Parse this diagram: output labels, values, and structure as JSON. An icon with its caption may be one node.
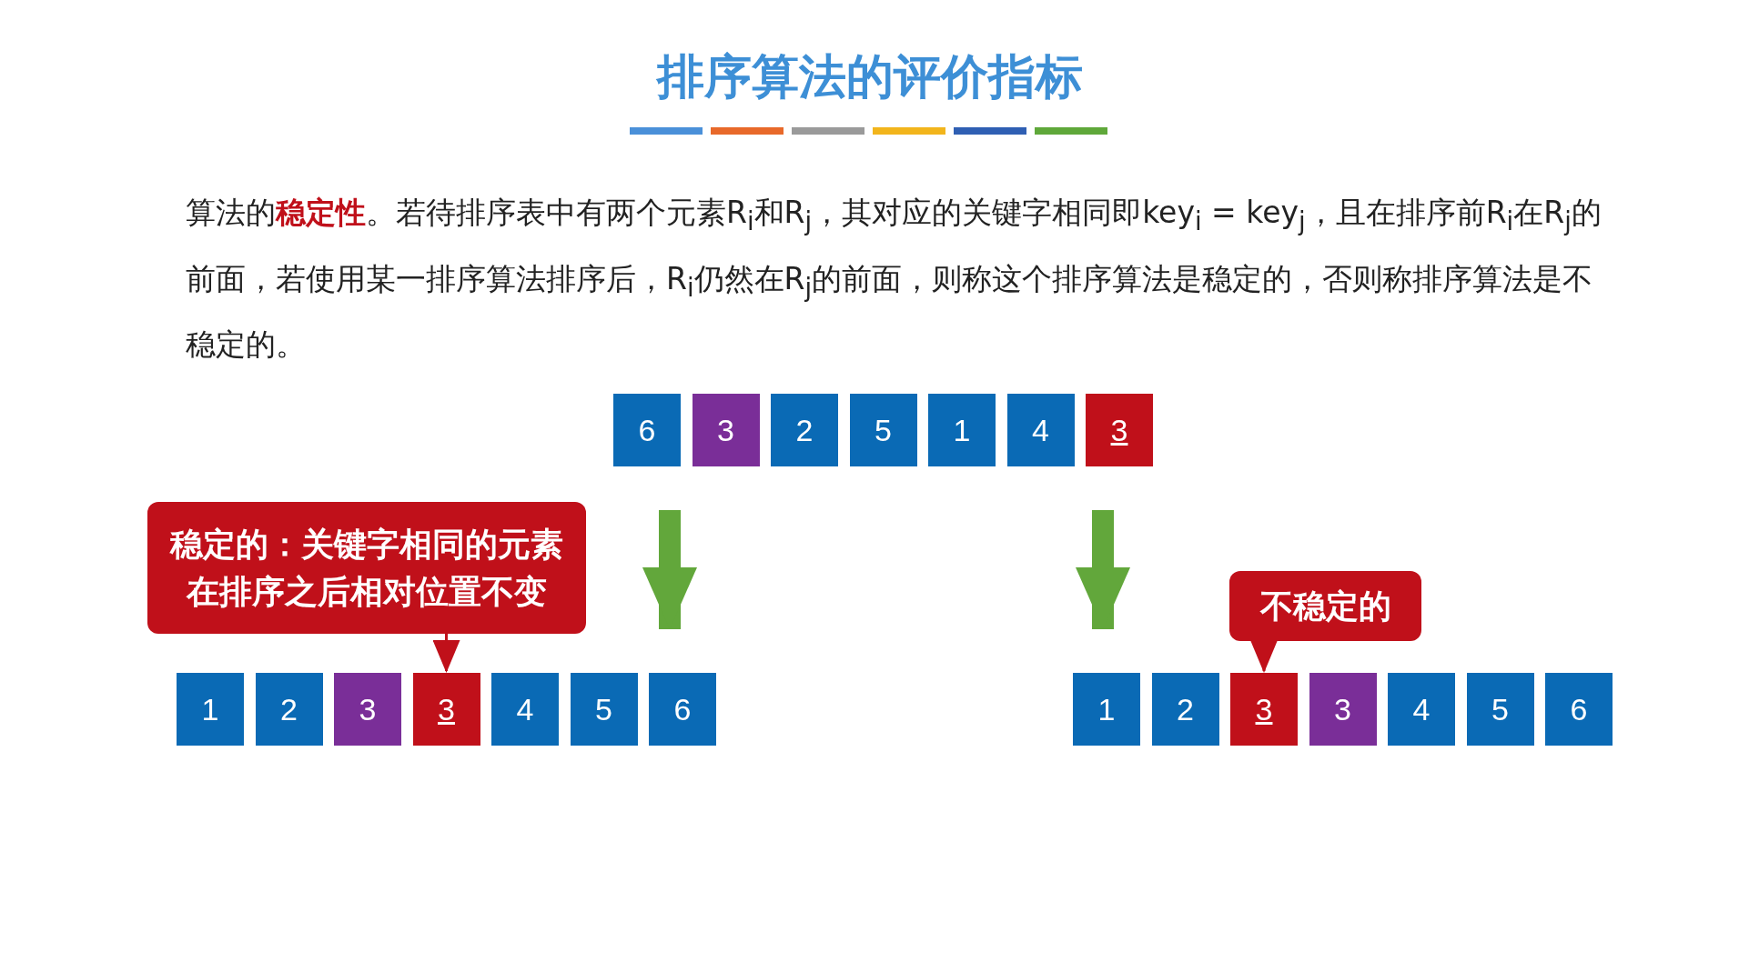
{
  "diagram": {
    "title": "排序算法的评价指标",
    "nodes": [
      {
        "text": [
          "6"
        ]
      },
      {
        "text": [
          "3"
        ]
      },
      {
        "text": [
          "2"
        ]
      },
      {
        "text": [
          "5"
        ]
      },
      {
        "text": [
          "1"
        ]
      },
      {
        "text": [
          "4"
        ]
      },
      {
        "text": [
          "3"
        ]
      },
      {
        "text": [
          "稳定的：关键字相同的元素在排序之后相对位置不变"
        ]
      },
      {
        "text": [
          "不稳定的"
        ]
      },
      {
        "text": [
          "1"
        ]
      },
      {
        "text": [
          "2"
        ]
      },
      {
        "text": [
          "3"
        ]
      },
      {
        "text": [
          "3"
        ]
      },
      {
        "text": [
          "4"
        ]
      },
      {
        "text": [
          "5"
        ]
      },
      {
        "text": [
          "6"
        ]
      },
      {
        "text": [
          "1"
        ]
      },
      {
        "text": [
          "2"
        ]
      },
      {
        "text": [
          "3"
        ]
      },
      {
        "text": [
          "3"
        ]
      },
      {
        "text": [
          "4"
        ]
      },
      {
        "text": [
          "5"
        ]
      },
      {
        "text": [
          "6"
        ]
      }
    ],
    "edges": [
      {
        "from": null,
        "to": 15,
        "arrow": "to",
        "style": "thick",
        "color": "#62a73b"
      },
      {
        "from": null,
        "to": 16,
        "arrow": "to",
        "style": "thick",
        "color": "#62a73b"
      },
      {
        "from": 7,
        "to": 12,
        "arrow": "to",
        "color": "#c0101a"
      },
      {
        "from": 8,
        "to": 18,
        "arrow": "to",
        "color": "#c0101a"
      }
    ],
    "labels": [
      "算法的**稳定性**。若待排序表中有两个元素R$_{i}$和R$_{j}$，其对应的关键字相同即key$_{i}$ = key$_{j}$，且在排序前R$_{i}$在R$_{j}$的前面，若使用某一排序算法排序后，R$_{i}$仍然在R$_{j}$的前面，则称这个排序算法是稳定的，否则称排序算法是不稳定的。"
    ]
  }
}
